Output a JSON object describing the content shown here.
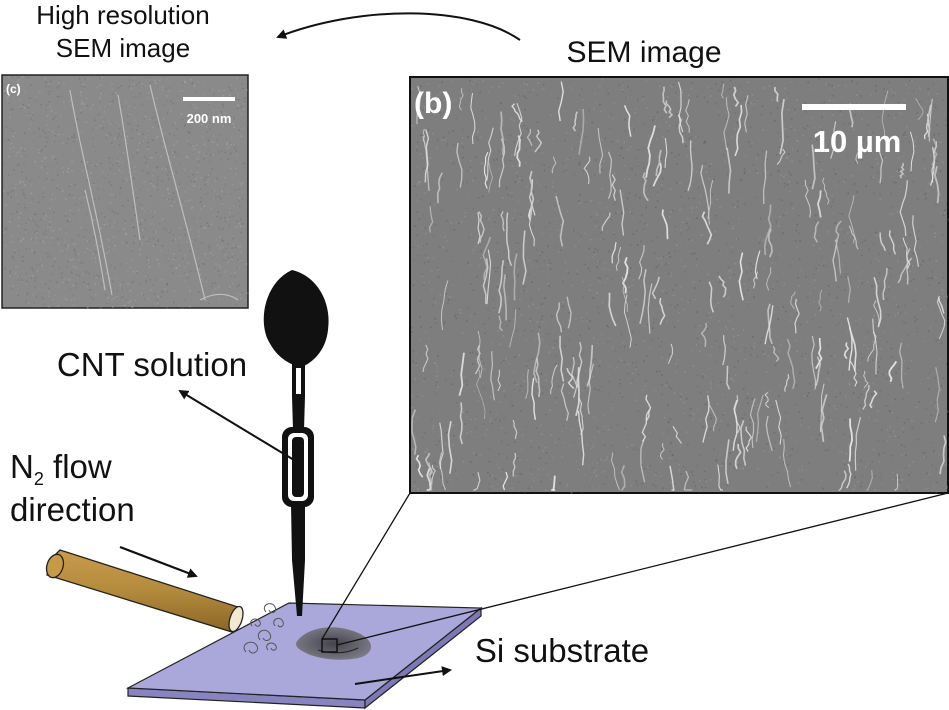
{
  "labels": {
    "high_res_line1": "High resolution",
    "high_res_line2": "SEM image",
    "sem_image": "SEM image",
    "cnt_solution": "CNT solution",
    "n2_prefix": "N",
    "n2_subscript": "2",
    "n2_suffix": " flow",
    "direction": "direction",
    "si_substrate": "Si substrate"
  },
  "panel_c": {
    "tag": "(c)",
    "scale_bar": "200 nm"
  },
  "panel_b": {
    "tag": "(b)",
    "scale_bar": "10 µm"
  },
  "colors": {
    "substrate": "#a9a6d8",
    "nozzle": "#b48a3c",
    "pipette": "#111111",
    "sem_background": "#808080",
    "sem_highres_background": "#8a8a8a"
  }
}
